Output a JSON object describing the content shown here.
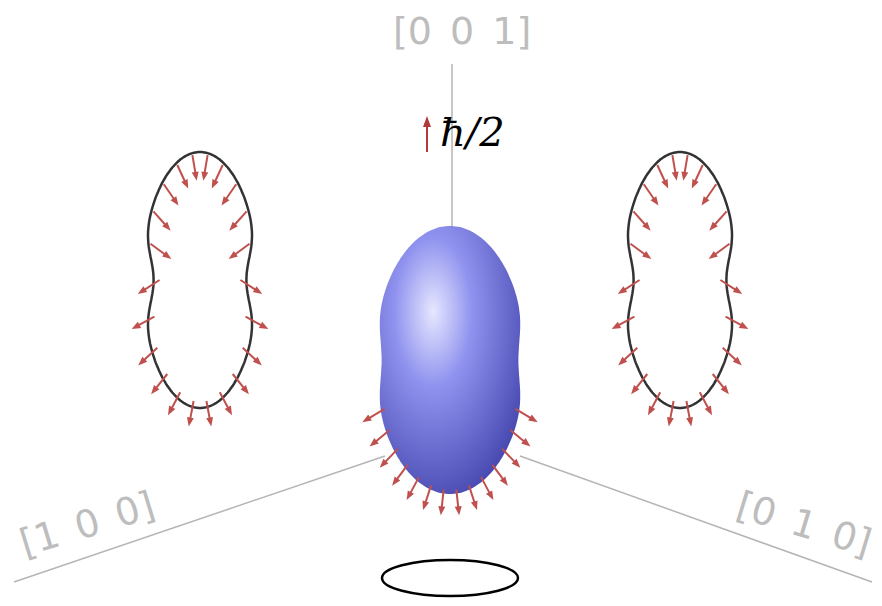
{
  "diagram": {
    "labels": [
      "[0 0 1]",
      "ħ/2",
      "[1 0 0]",
      "[0 1 0]"
    ]
  }
}
